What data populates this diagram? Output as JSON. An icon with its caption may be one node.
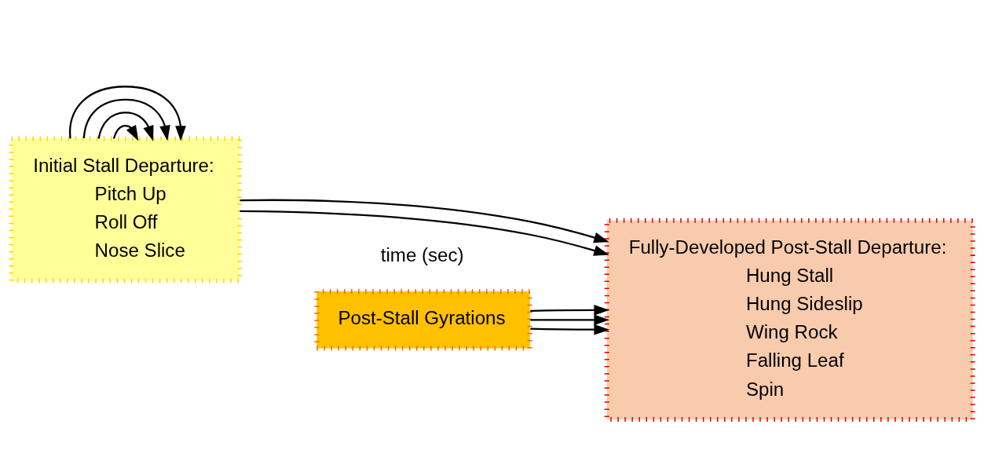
{
  "diagram": {
    "nodes": [
      {
        "text": [
          "Initial Stall Departure:",
          "Pitch Up",
          "Roll Off",
          "Nose Slice"
        ]
      },
      {
        "text": [
          "Post-Stall Gyrations"
        ]
      },
      {
        "text": [
          "Fully-Developed Post-Stall Departure:",
          "Hung Stall",
          "Hung Sideslip",
          "Wing Rock",
          "Falling Leaf",
          "Spin"
        ]
      }
    ],
    "edges": [
      {
        "from": 0,
        "to": 0,
        "arrow": "to"
      },
      {
        "from": 0,
        "to": 0,
        "arrow": "to"
      },
      {
        "from": 0,
        "to": 0,
        "arrow": "to"
      },
      {
        "from": 0,
        "to": 0,
        "arrow": "to"
      },
      {
        "from": 0,
        "to": 2,
        "arrow": "to"
      },
      {
        "from": 1,
        "to": 2,
        "arrow": "to"
      },
      {
        "from": 1,
        "to": 2,
        "arrow": "to"
      },
      {
        "from": 1,
        "to": 2,
        "arrow": "to"
      },
      {
        "from": 0,
        "to": 2,
        "arrow": "to"
      }
    ],
    "labels": [
      "time (sec)"
    ]
  }
}
